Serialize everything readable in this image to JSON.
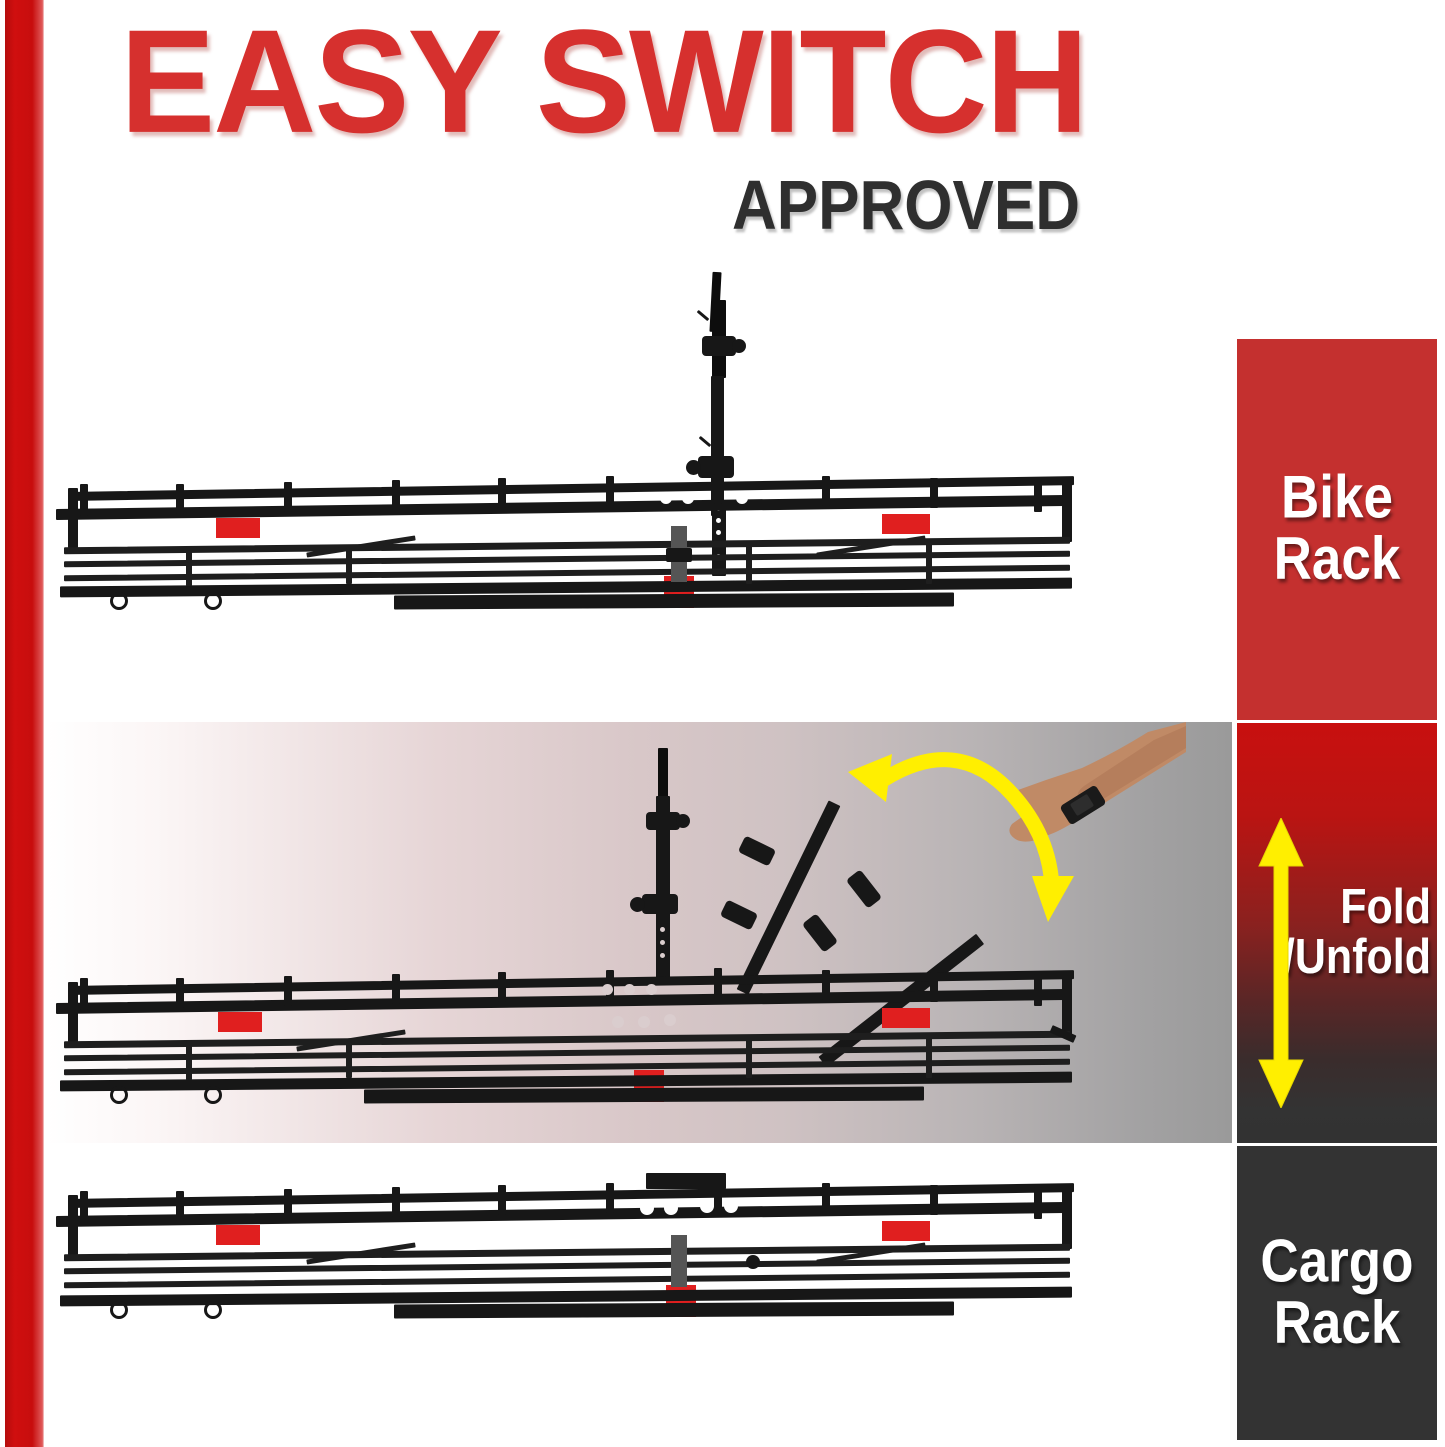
{
  "header": {
    "title": "EASY SWITCH",
    "approved": "APPROVED"
  },
  "labels": {
    "bike_rack": "Bike\nRack",
    "bike_rack_line1": "Bike",
    "bike_rack_line2": "Rack",
    "fold_unfold_line1": "Fold",
    "fold_unfold_line2": "/Unfold",
    "cargo_rack_line1": "Cargo",
    "cargo_rack_line2": "Rack"
  },
  "icons": {
    "vertical_double_arrow": "up-down-arrow-icon",
    "curved_double_arrow": "curved-fold-arrow-icon"
  },
  "colors": {
    "accent_red": "#d00f0f",
    "title_red": "#d6302e",
    "label_red": "#c4302f",
    "dark_panel": "#333333",
    "arrow_yellow": "#ffef00",
    "approved_dark": "#2f2f2f",
    "rack_black": "#171717",
    "rack_red_marker": "#e01f1f"
  },
  "panels": [
    {
      "name": "bike-rack-photo",
      "caption": "Cargo carrier with bike rack mast upright"
    },
    {
      "name": "fold-unfold-photo",
      "caption": "Hand folding the bike rack arms down"
    },
    {
      "name": "cargo-rack-photo",
      "caption": "Cargo carrier with mast folded flat"
    }
  ]
}
